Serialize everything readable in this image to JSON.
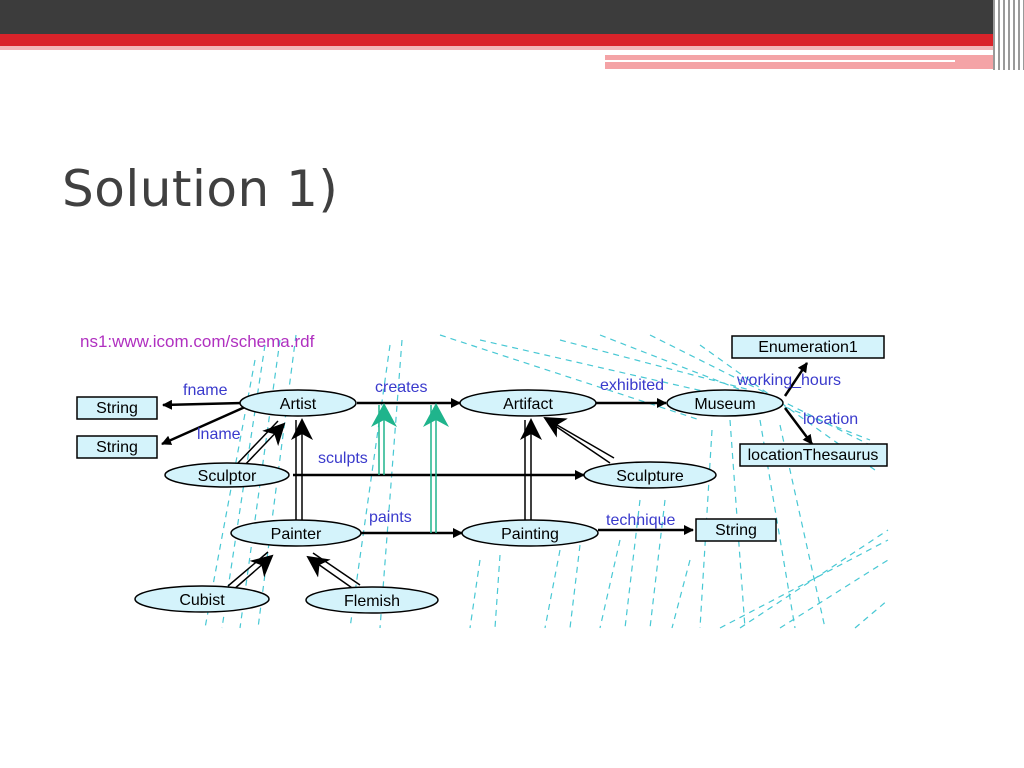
{
  "title": "Solution 1)",
  "diagram": {
    "namespace": "ns1:www.icom.com/schema.rdf",
    "nodes": {
      "artist": "Artist",
      "artifact": "Artifact",
      "museum": "Museum",
      "sculptor": "Sculptor",
      "sculpture": "Sculpture",
      "painter": "Painter",
      "painting": "Painting",
      "cubist": "Cubist",
      "flemish": "Flemish",
      "string1": "String",
      "string2": "String",
      "string3": "String",
      "enumeration": "Enumeration1",
      "thesaurus": "locationThesaurus"
    },
    "edges": {
      "fname": "fname",
      "lname": "lname",
      "creates": "creates",
      "exhibited": "exhibited",
      "working_hours": "working_hours",
      "location": "location",
      "sculpts": "sculpts",
      "paints": "paints",
      "technique": "technique"
    }
  }
}
